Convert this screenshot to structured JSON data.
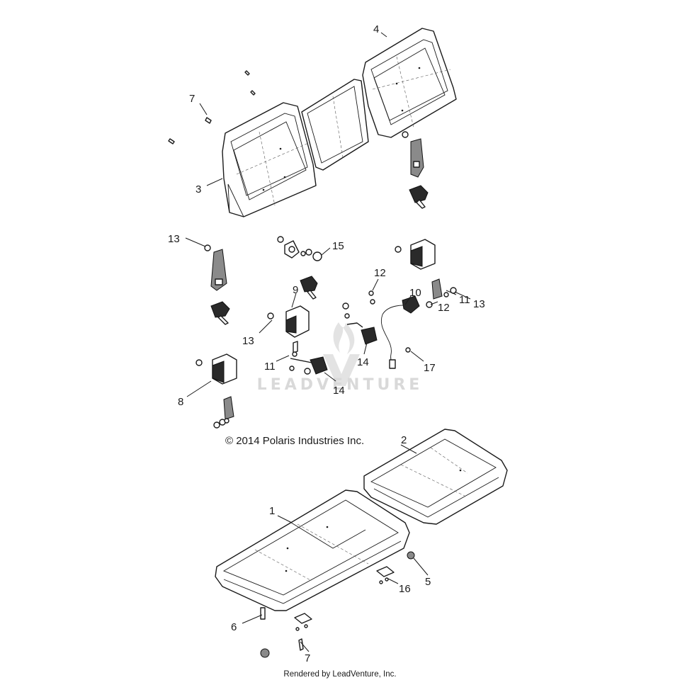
{
  "copyright": "© 2014 Polaris Industries Inc.",
  "footer": "Rendered by LeadVenture, Inc.",
  "watermark": "LEADVENTURE",
  "callouts": {
    "c1": "1",
    "c2": "2",
    "c3": "3",
    "c4": "4",
    "c5": "5",
    "c6": "6",
    "c7a": "7",
    "c7b": "7",
    "c8": "8",
    "c9": "9",
    "c10": "10",
    "c11a": "11",
    "c11b": "11",
    "c12a": "12",
    "c12b": "12",
    "c13a": "13",
    "c13b": "13",
    "c13c": "13",
    "c14a": "14",
    "c14b": "14",
    "c15": "15",
    "c16": "16",
    "c17": "17"
  },
  "colors": {
    "line": "#1a1a1a",
    "watermark": "#d9d9d9",
    "background": "#ffffff"
  }
}
